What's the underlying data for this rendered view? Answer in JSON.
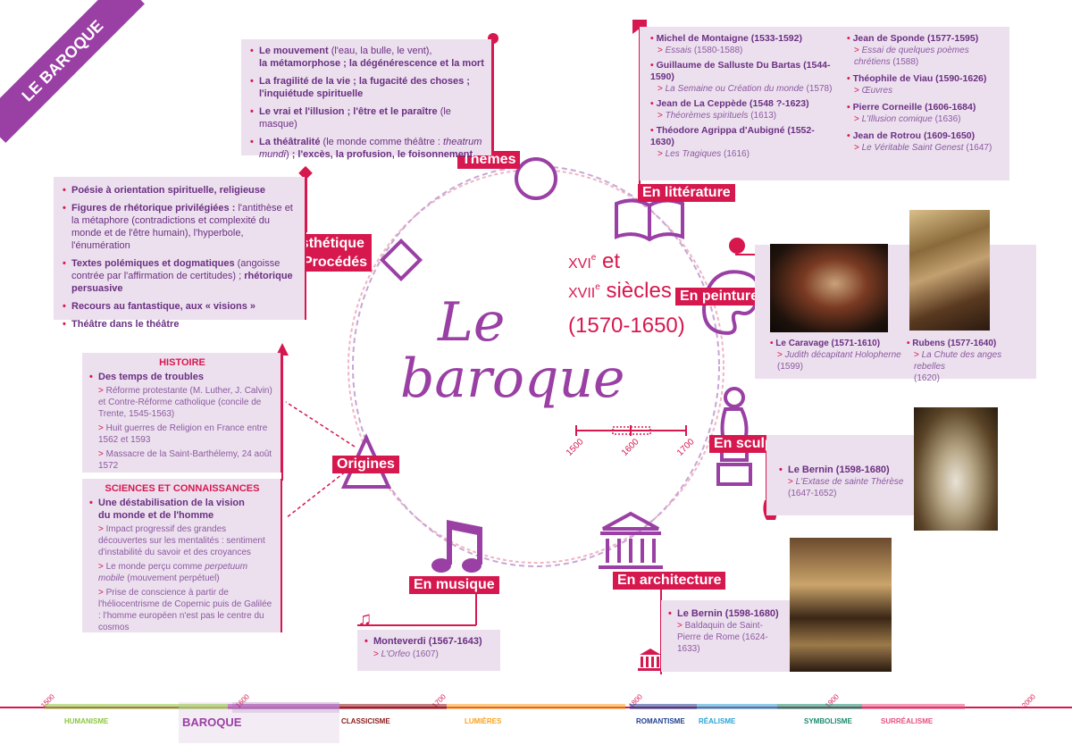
{
  "banner": {
    "label": "LE BAROQUE"
  },
  "title": {
    "line1": "Le",
    "line2": "baroque"
  },
  "centuries": {
    "c1": "XVI",
    "c1sup": "e",
    "c1tail": " et",
    "c2": "XVII",
    "c2sup": "e",
    "c2tail": " siècles",
    "range": "(1570-1650)"
  },
  "mini_scale": {
    "t1": "1500",
    "t2": "1600",
    "t3": "1700"
  },
  "tags": {
    "themes": "Thèmes",
    "esthetique1": "Esthétique",
    "esthetique2": "& Procédés",
    "origines": "Origines",
    "musique": "En musique",
    "architecture": "En architecture",
    "sculpture": "En sculpture",
    "peinture": "En peinture",
    "litterature": "En littérature"
  },
  "themes": [
    {
      "b1": "Le mouvement",
      "n1": " (l'eau, la bulle, le vent),",
      "b2": "la métamorphose ; la dégénérescence et la mort"
    },
    {
      "b1": "La fragilité de la vie ; la fugacité des choses ;",
      "b2": "l'inquiétude spirituelle"
    },
    {
      "b1": "Le vrai et l'illusion ; l'être et le paraître",
      "n1": " (le masque)"
    },
    {
      "b1": "La théâtralité",
      "n1": " (le monde comme théâtre : ",
      "i1": "theatrum",
      "i2": "mundi",
      "n2": ") ",
      "b2": "; l'excès, la profusion, le foisonnement"
    }
  ],
  "esthetique": [
    {
      "b": "Poésie à orientation spirituelle, religieuse"
    },
    {
      "b": "Figures de rhétorique privilégiées :",
      "n": " l'antithèse et la métaphore (contradictions et complexité du monde et de l'être humain), l'hyperbole, l'énumération"
    },
    {
      "b": "Textes polémiques et dogmatiques",
      "n": " (angoisse contrée par l'affirmation de certitudes) ; ",
      "b2": "rhétorique persuasive"
    },
    {
      "b": "Recours au fantastique, aux « visions »"
    },
    {
      "b": "Théâtre dans le théâtre"
    }
  ],
  "histoire": {
    "title": "HISTOIRE",
    "head": "Des temps de troubles",
    "items": [
      "Réforme protestante (M. Luther, J. Calvin) et Contre-Réforme catholique (concile de Trente, 1545-1563)",
      "Huit guerres de Religion en France entre 1562 et 1593",
      "Massacre de la Saint-Barthélemy, 24 août 1572"
    ]
  },
  "sciences": {
    "title": "SCIENCES ET CONNAISSANCES",
    "head1": "Une déstabilisation de la vision",
    "head2": "du monde et de l'homme",
    "items": [
      {
        "t": "Impact progressif des grandes découvertes sur les mentalités : sentiment d'instabilité du savoir et des croyances"
      },
      {
        "t": "Le monde perçu comme ",
        "i": "perpetuum mobile",
        "t2": " (mouvement perpétuel)"
      },
      {
        "t": "Prise de conscience à partir de l'héliocentrisme de Copernic puis de Galilée : l'homme européen n'est pas le centre du cosmos"
      }
    ]
  },
  "musique": {
    "name": "Monteverdi (1567-1643)",
    "work": "L'Orfeo",
    "year": " (1607)"
  },
  "architecture": {
    "name": "Le Bernin (1598-1680)",
    "work": "Baldaquin de Saint-Pierre de Rome (1624-1633)"
  },
  "sculpture": {
    "name": "Le Bernin (1598-1680)",
    "work": "L'Extase de sainte Thérèse",
    "year": "(1647-1652)"
  },
  "peinture": [
    {
      "name": "Le Caravage (1571-1610)",
      "work": "Judith décapitant Holopherne",
      "year": " (1599)"
    },
    {
      "name": "Rubens (1577-1640)",
      "work": "La Chute des anges rebelles",
      "year": "(1620)"
    }
  ],
  "litterature_left": [
    {
      "name": "Michel de Montaigne (1533-1592)",
      "work": "Essais",
      "year": " (1580-1588)"
    },
    {
      "name": "Guillaume de Salluste Du Bartas (1544-1590)",
      "work": "La Semaine ou Création du monde",
      "year": " (1578)"
    },
    {
      "name": "Jean de La Ceppède (1548 ?-1623)",
      "work": "Théorèmes spirituels",
      "year": " (1613)"
    },
    {
      "name": "Théodore Agrippa d'Aubigné (1552-1630)",
      "work": "Les Tragiques",
      "year": " (1616)"
    }
  ],
  "litterature_right": [
    {
      "name": "Jean de Sponde (1577-1595)",
      "work": "Essai de quelques poèmes chrétiens",
      "year": " (1588)"
    },
    {
      "name": "Théophile de Viau (1590-1626)",
      "work": "Œuvres",
      "year": ""
    },
    {
      "name": "Pierre Corneille (1606-1684)",
      "work": "L'Illusion comique",
      "year": " (1636)"
    },
    {
      "name": "Jean de Rotrou (1609-1650)",
      "work": "Le Véritable Saint Genest",
      "year": " (1647)"
    }
  ],
  "timeline": {
    "years": [
      "1500",
      "1600",
      "1700",
      "1800",
      "1900",
      "2000"
    ],
    "movements": [
      {
        "label": "HUMANISME",
        "color": "#8cc63f"
      },
      {
        "label": "BAROQUE",
        "color": "#9a3fa4"
      },
      {
        "label": "CLASSICISME",
        "color": "#8b1a1a"
      },
      {
        "label": "LUMIÈRES",
        "color": "#f7a21b"
      },
      {
        "label": "ROMANTISME",
        "color": "#1f3f8f"
      },
      {
        "label": "RÉALISME",
        "color": "#29a3d6"
      },
      {
        "label": "SYMBOLISME",
        "color": "#1a8a6e"
      },
      {
        "label": "SURRÉALISME",
        "color": "#e6507e"
      }
    ]
  }
}
